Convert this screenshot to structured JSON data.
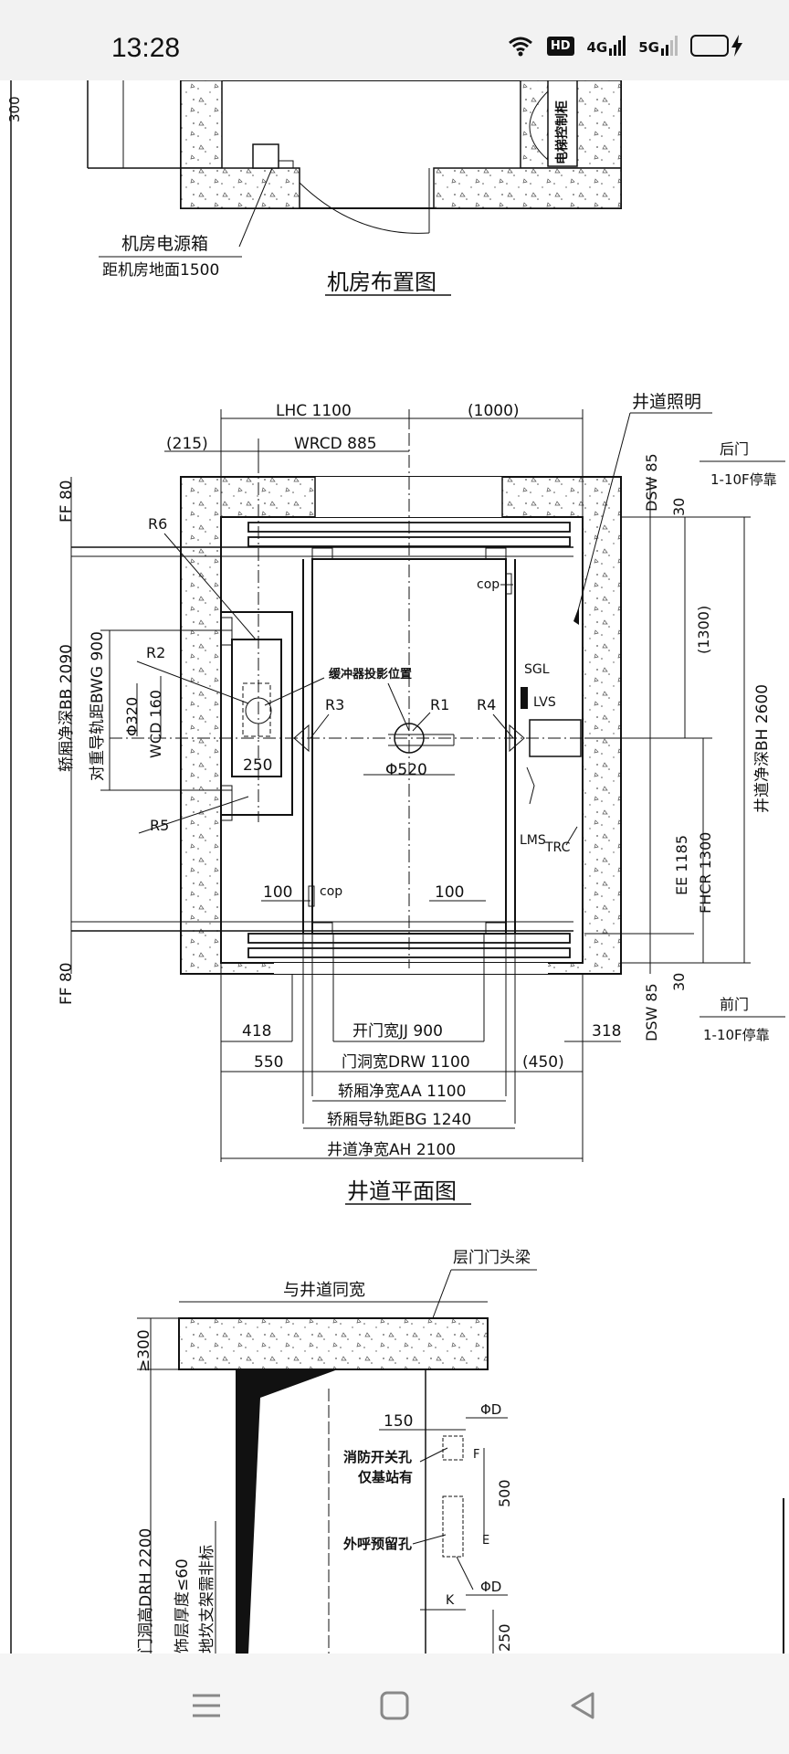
{
  "status_bar": {
    "time": "13:28",
    "hd_badge": "HD",
    "net1": "4G",
    "net2": "5G",
    "icons": [
      "wifi-icon",
      "hd-icon",
      "signal-4g-icon",
      "signal-5g-icon",
      "battery-charging-icon"
    ]
  },
  "drawing": {
    "machine_room": {
      "title": "机房布置图",
      "power_box_label": "机房电源箱",
      "power_box_height": "距机房地面1500",
      "control_cabinet": "电梯控制柜",
      "side_dim": "300"
    },
    "shaft_plan": {
      "title": "井道平面图",
      "top_dims": {
        "lhc": "LHC 1100",
        "wrcd": "WRCD 885",
        "left_gap": "(215)",
        "right_gap": "(1000)"
      },
      "lighting": "井道照明",
      "rear_door": "后门",
      "rear_floors": "1-10F停靠",
      "front_door": "前门",
      "front_floors": "1-10F停靠",
      "left_dims": {
        "ff_top": "FF 80",
        "bb": "轿厢净深BB 2090",
        "bwg": "对重导轨距BWG 900",
        "ff_bottom": "FF 80",
        "phi320": "Φ320",
        "wcd": "WCD 160"
      },
      "right_dims": {
        "dsw_top": "DSW 85",
        "thirty_top": "30",
        "d1300": "(1300)",
        "bh": "井道净深BH 2600",
        "ee": "EE 1185",
        "fhcr": "FHCR 1300",
        "thirty_bottom": "30",
        "dsw_bottom": "DSW 85"
      },
      "labels": {
        "r1": "R1",
        "r2": "R2",
        "r3": "R3",
        "r4": "R4",
        "r5": "R5",
        "r6": "R6",
        "buffer": "缓冲器投影位置",
        "phi520": "Φ520",
        "dim250": "250",
        "cop_top": "cop",
        "cop_bottom": "cop",
        "sgl": "SGL",
        "lvs": "LVS",
        "lms": "LMS",
        "trc": "TRC",
        "d100_left": "100",
        "d100_right": "100"
      },
      "bottom_dims": {
        "d418": "418",
        "jj": "开门宽JJ 900",
        "d318": "318",
        "d550": "550",
        "drw": "门洞宽DRW 1100",
        "d450": "(450)",
        "aa": "轿厢净宽AA 1100",
        "bg": "轿厢导轨距BG 1240",
        "ah": "井道净宽AH 2100"
      }
    },
    "door_section": {
      "same_width": "与井道同宽",
      "lintel": "层门门头梁",
      "min300": "≥300",
      "d150": "150",
      "phi_d_top": "ΦD",
      "fire_switch": "消防开关孔",
      "base_only": "仅基站有",
      "f": "F",
      "d500": "500",
      "call_hole": "外呼预留孔",
      "e": "E",
      "phi_d_bottom": "ΦD",
      "k": "K",
      "d250": "250",
      "drh": "门洞高DRH 2200",
      "finish": "饰层厚度≤60",
      "sill": "地坎支架需非标"
    }
  },
  "nav_bar": {
    "buttons": [
      "menu",
      "home",
      "back"
    ]
  }
}
